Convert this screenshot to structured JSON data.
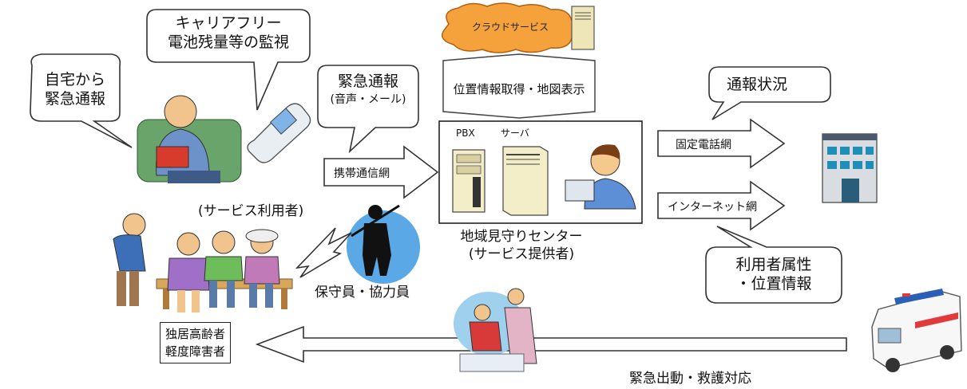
{
  "bubbles": {
    "home_line1": "自宅から",
    "home_line2": "緊急通報",
    "carrier_line1": "キャリアフリー",
    "carrier_line2": "電池残量等の監視",
    "emergency_line1": "緊急通報",
    "emergency_line2": "(音声・メール)",
    "status": "通報状況",
    "attr_line1": "利用者属性",
    "attr_line2": "・位置情報"
  },
  "cloud_label": "クラウドサービス",
  "location_label": "位置情報取得・地図表示",
  "center_box": {
    "pbx_label": "PBX",
    "server_label": "サーバ"
  },
  "arrows": {
    "mobile_net": "携帯通信網",
    "fixed_net": "固定電話網",
    "internet_net": "インターネット網"
  },
  "labels": {
    "service_user": "(サービス利用者)",
    "center_line1": "地域見守りセンター",
    "center_line2": "(サービス提供者)",
    "staff": "保守員・協力員",
    "target_line1": "独居高齢者",
    "target_line2": "軽度障害者",
    "dispatch": "緊急出動・救護対応"
  }
}
